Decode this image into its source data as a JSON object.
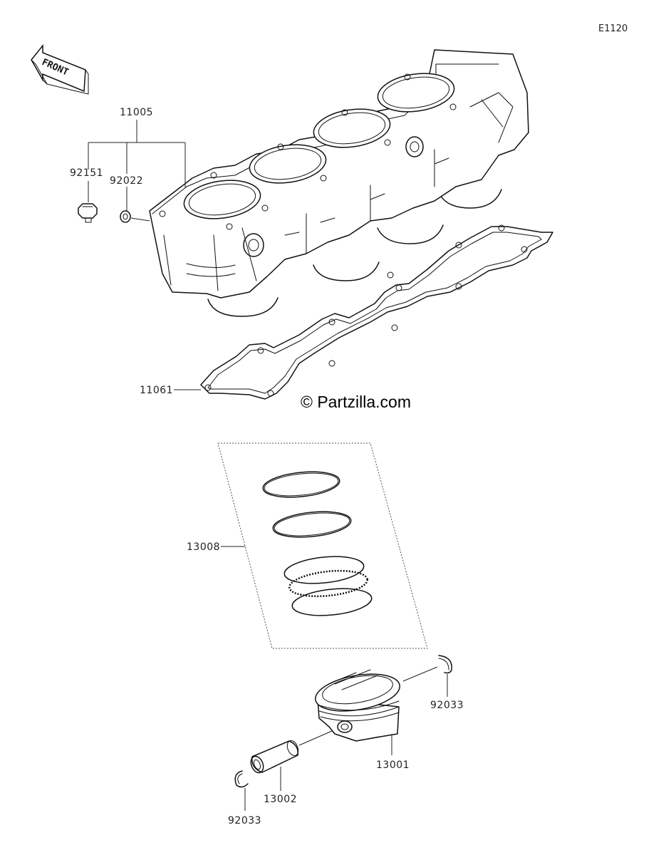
{
  "diagram_code": "E1120",
  "front_label": "FRONT",
  "watermark": "© Partzilla.com",
  "parts": {
    "cylinder": "11005",
    "stud_bolt": "92151",
    "washer": "92022",
    "gasket": "11061",
    "ring_set": "13008",
    "piston": "13001",
    "piston_pin": "13002",
    "snap_ring_right": "92033",
    "snap_ring_left": "92033"
  }
}
